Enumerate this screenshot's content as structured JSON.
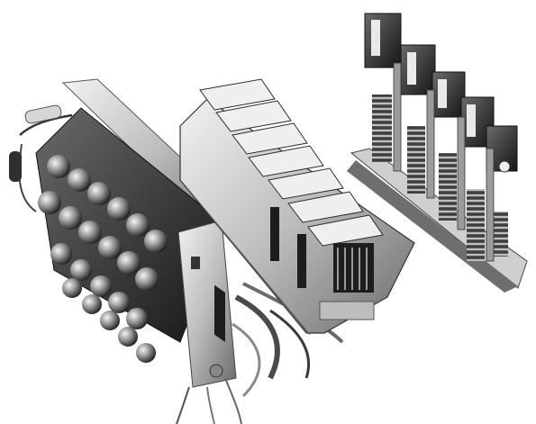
{
  "image": {
    "description_colors": {
      "background": "#ffffff",
      "metal_light": "#e8e8e8",
      "metal_mid": "#a9a9a9",
      "metal_dark": "#4a4a4a",
      "shadow": "#1a1a1a"
    },
    "objects": [
      {
        "name": "terminal-screw-block"
      },
      {
        "name": "relay-contact-housing"
      },
      {
        "name": "spring-contact-strip"
      }
    ]
  }
}
